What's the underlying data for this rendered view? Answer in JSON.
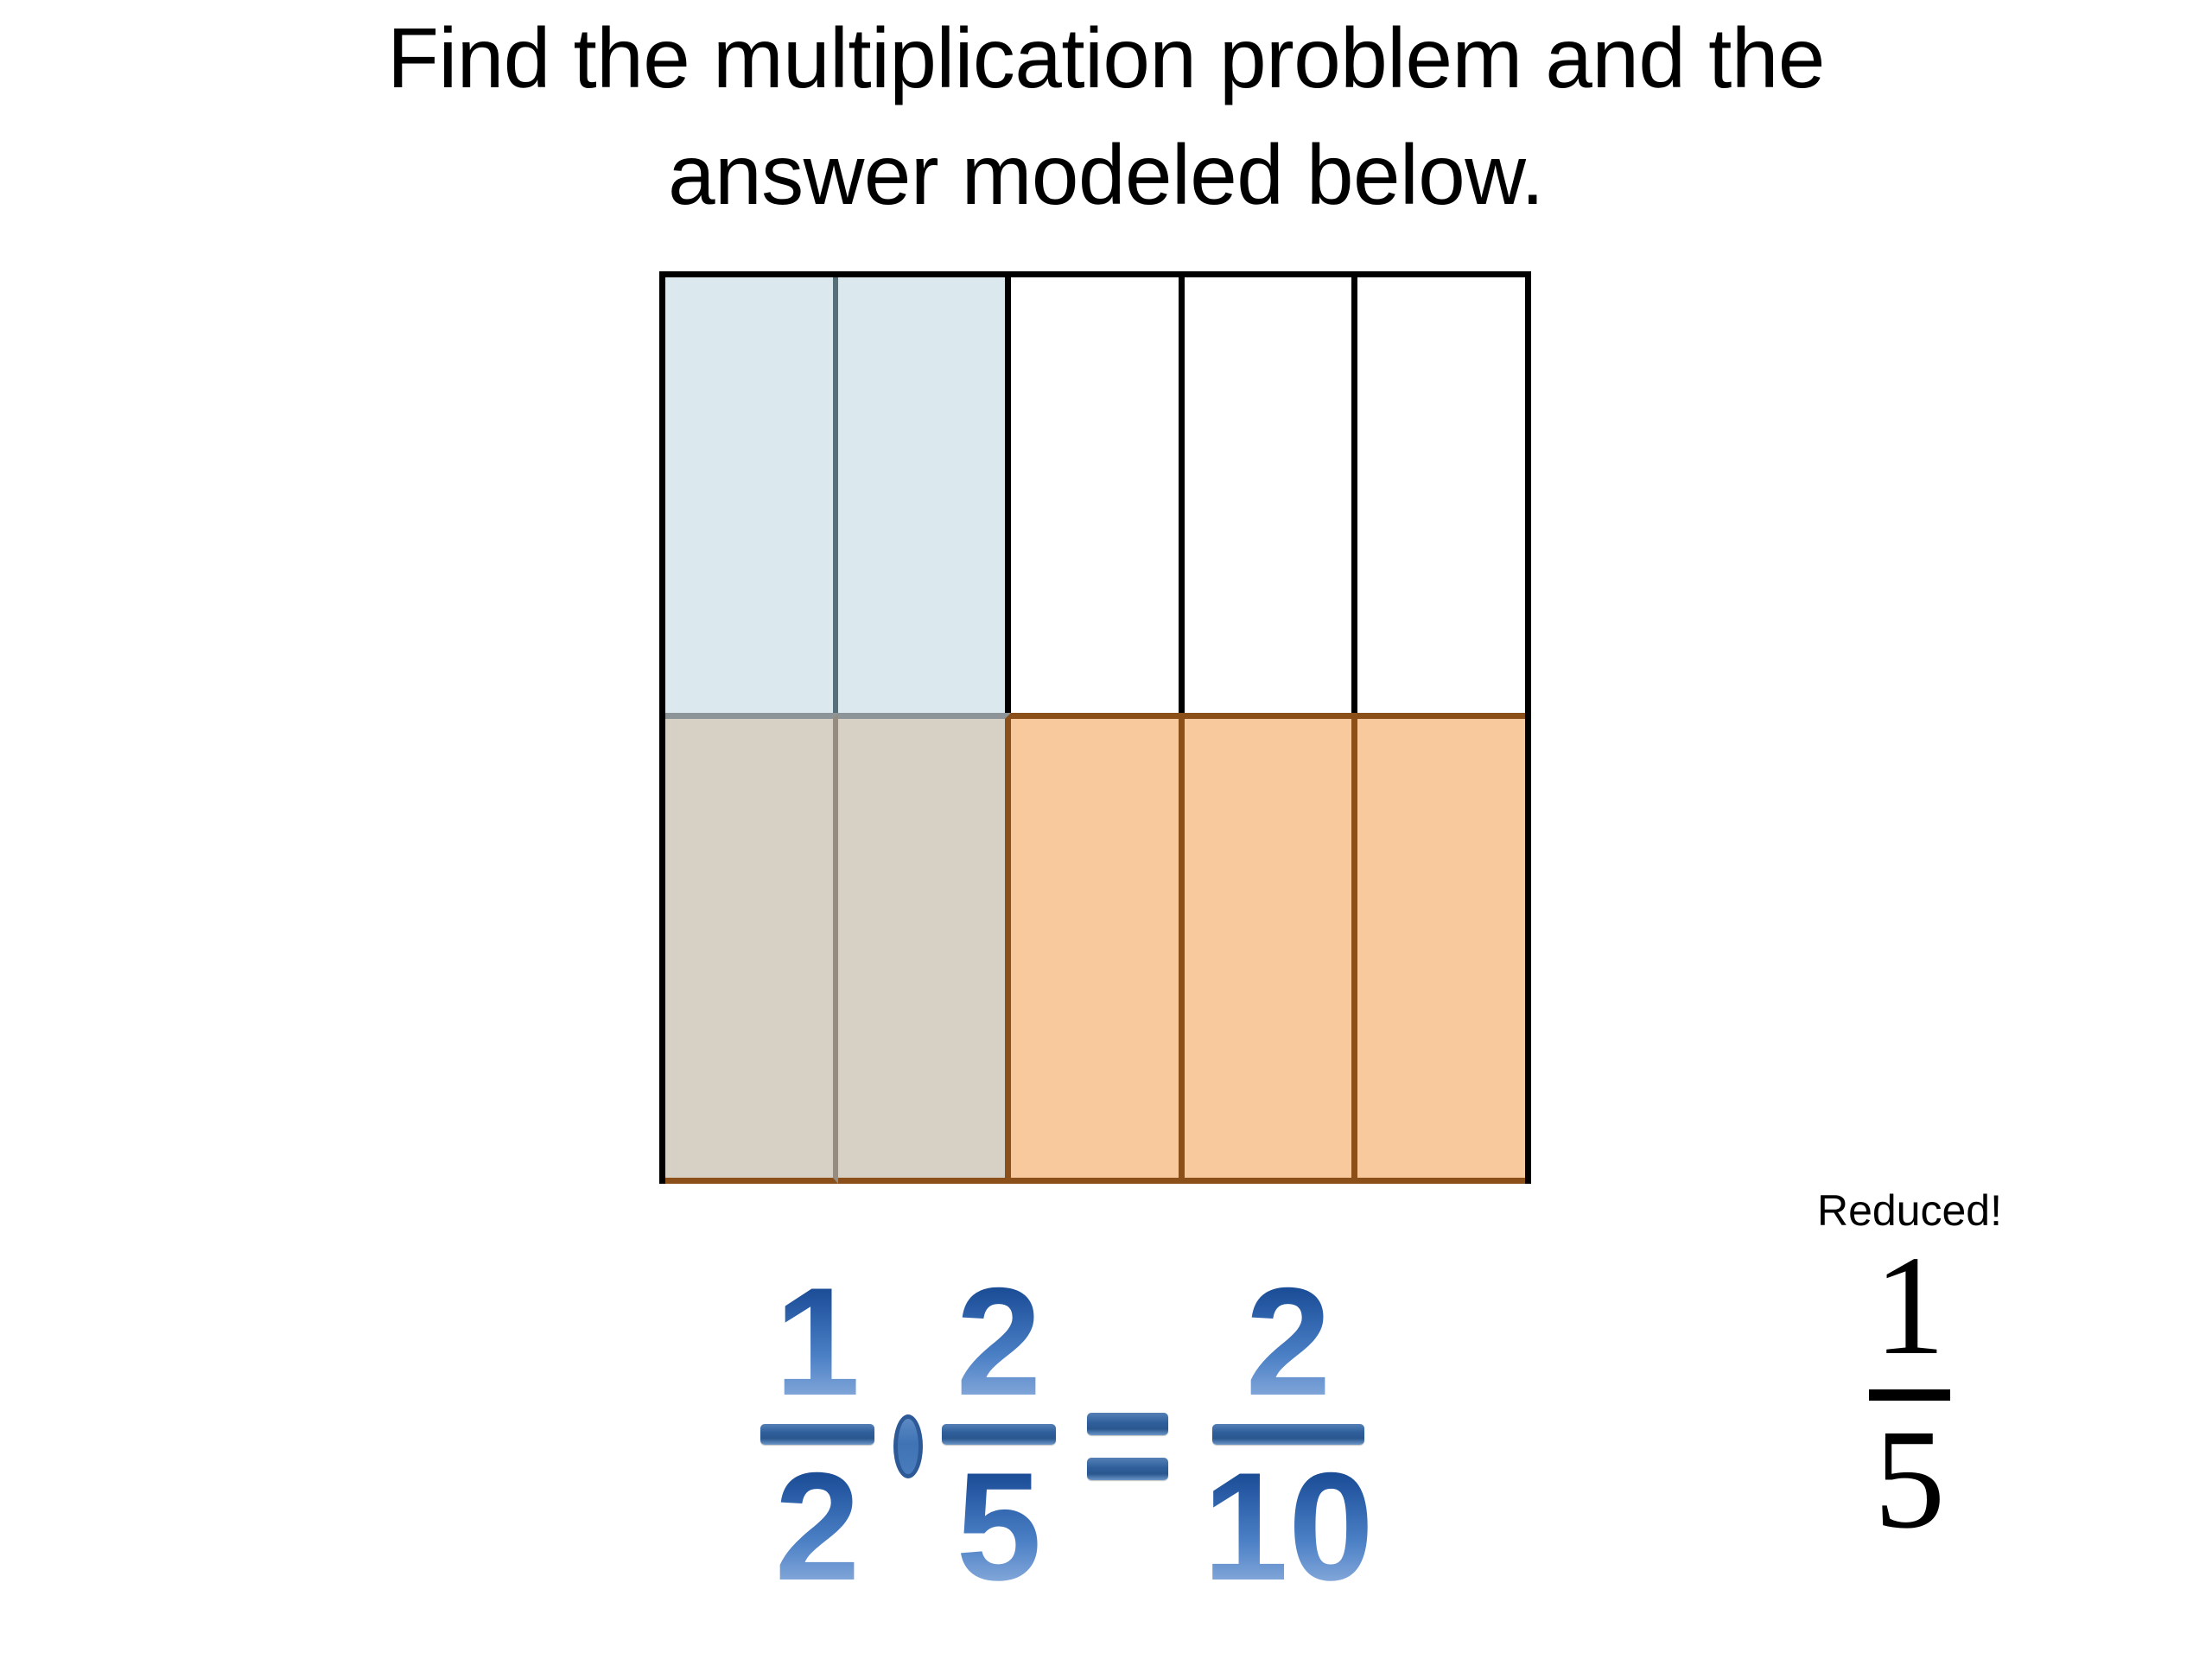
{
  "title": {
    "line1": "Find the multiplication problem and the",
    "line2": "answer modeled below."
  },
  "area_model": {
    "columns": 5,
    "rows": 2,
    "top_row": {
      "label": "first-factor-row",
      "cells": [
        {
          "name": "cell-1-1",
          "state": "shaded-blue"
        },
        {
          "name": "cell-1-2",
          "state": "shaded-blue"
        },
        {
          "name": "cell-1-3",
          "state": "empty"
        },
        {
          "name": "cell-1-4",
          "state": "empty"
        },
        {
          "name": "cell-1-5",
          "state": "empty"
        }
      ]
    },
    "bottom_row": {
      "label": "second-factor-row",
      "cells": [
        {
          "name": "cell-2-1",
          "state": "overlap-gray"
        },
        {
          "name": "cell-2-2",
          "state": "overlap-gray"
        },
        {
          "name": "cell-2-3",
          "state": "shaded-orange"
        },
        {
          "name": "cell-2-4",
          "state": "shaded-orange"
        },
        {
          "name": "cell-2-5",
          "state": "shaded-orange"
        }
      ]
    },
    "colors": {
      "blue_fill": "#dbe9ef",
      "blue_divider": "#56707a",
      "orange_fill": "#f7c99c",
      "orange_border": "#8b4f1a",
      "overlap_fill": "#d6d0c5",
      "overlap_divider": "#968d80",
      "outline": "#000000"
    }
  },
  "equation": {
    "factor1": {
      "numerator": "1",
      "denominator": "2"
    },
    "operator": "·",
    "factor2": {
      "numerator": "2",
      "denominator": "5"
    },
    "relation": "=",
    "product": {
      "numerator": "2",
      "denominator": "10"
    },
    "colors": {
      "numeral_top": "#14448f",
      "numeral_bottom": "#8fb0de",
      "bar": "#2f5f9b",
      "dot_fill": "#4a7cbd",
      "dot_outline": "#2d5a96"
    }
  },
  "reduced": {
    "label": "Reduced!",
    "numerator": "1",
    "denominator": "5",
    "color": "#000000"
  },
  "chart_data": {
    "type": "area_model",
    "title": "Find the multiplication problem and the answer modeled below.",
    "grid": {
      "rows": 2,
      "columns": 5,
      "total_parts": 10
    },
    "factor_1": {
      "value": "1/2",
      "shaded_columns": 2,
      "total_columns": 5,
      "color": "#dbe9ef",
      "orientation": "vertical-left-half"
    },
    "factor_2": {
      "value": "2/5",
      "shaded_rows": 1,
      "total_rows": 2,
      "color": "#f7c99c",
      "orientation": "horizontal-bottom-row"
    },
    "overlap": {
      "value": "2/10",
      "cells": 2,
      "total_cells": 10,
      "color": "#d6d0c5"
    },
    "product": "2/10",
    "reduced_product": "1/5",
    "equation_text": "1/2 · 2/5 = 2/10"
  }
}
